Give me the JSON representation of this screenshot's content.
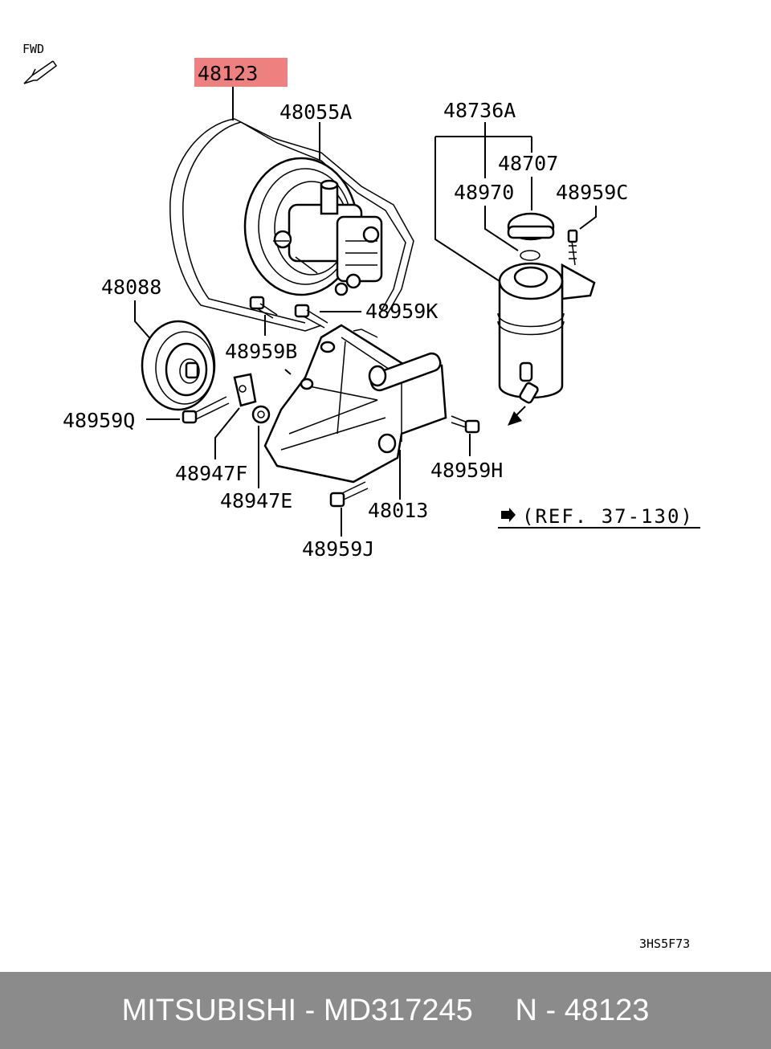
{
  "diagram": {
    "fwd_label": "FWD",
    "highlighted_part": "48123",
    "highlight_color": "#ef8080",
    "labels": {
      "belt": "48123",
      "pump": "48055A",
      "reservoir_assy": "48736A",
      "cap": "48707",
      "oring": "48970",
      "bolt_c": "48959C",
      "idler": "48088",
      "bolt_k": "48959K",
      "bolt_b": "48959B",
      "bolt_q": "48959Q",
      "bracket_f": "48947F",
      "nut_e": "48947E",
      "bracket": "48013",
      "bolt_j": "48959J",
      "bolt_h": "48959H"
    },
    "reference": "(REF. 37-130)",
    "drawing_code": "3HS5F73"
  },
  "footer": {
    "text": "MITSUBISHI - MD317245     N - 48123"
  }
}
